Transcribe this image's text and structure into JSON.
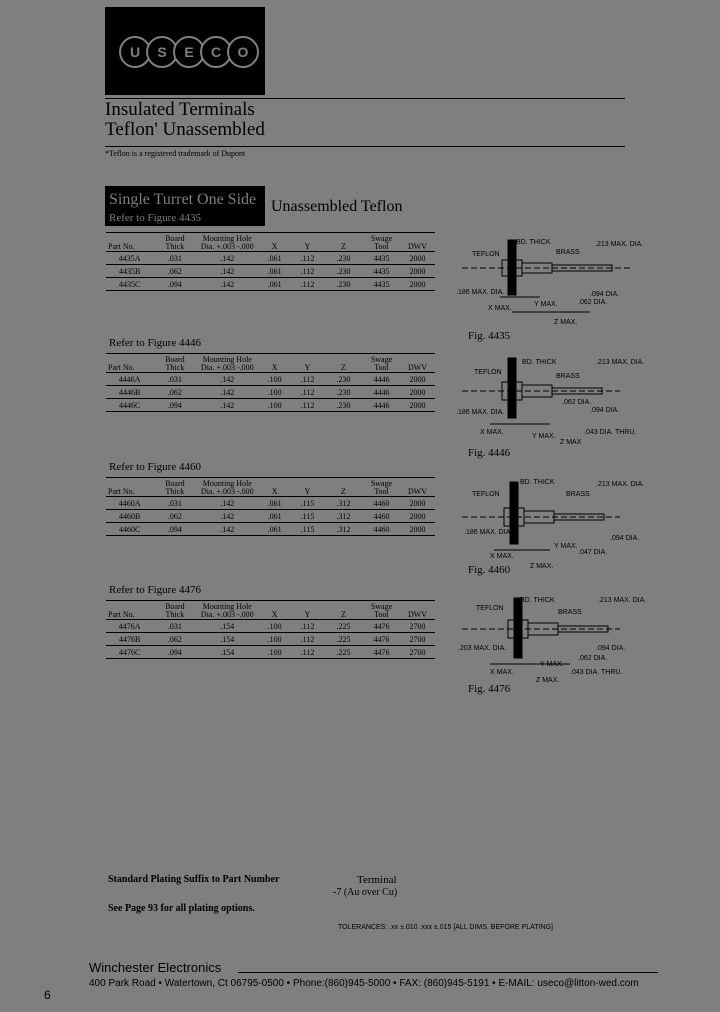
{
  "logo": {
    "letters": [
      "U",
      "S",
      "E",
      "C",
      "O"
    ]
  },
  "header": {
    "title_line1": "Insulated Terminals",
    "title_line2": "Teflon' Unassembled",
    "trademark": "*Teflon is a registered trademark of Dupont"
  },
  "section": {
    "box_title": "Single Turret One Side",
    "box_ref": "Refer to Figure 4435",
    "label": "Unassembled Teflon"
  },
  "tables": [
    {
      "refer": "",
      "headers": [
        "Part No.",
        "Board Thick",
        "Mounting Hole Dia. +.003 -.000",
        "X",
        "Y",
        "Z",
        "Swage Tool",
        "DWV"
      ],
      "rows": [
        [
          "4435A",
          ".031",
          ".142",
          ".061",
          ".112",
          ".230",
          "4435",
          "2000"
        ],
        [
          "4435B",
          ".062",
          ".142",
          ".061",
          ".112",
          ".230",
          "4435",
          "2000"
        ],
        [
          "4435C",
          ".094",
          ".142",
          ".061",
          ".112",
          ".230",
          "4435",
          "2000"
        ]
      ]
    },
    {
      "refer": "Refer to Figure 4446",
      "headers": [
        "Part No.",
        "Board Thick",
        "Mounting Hole Dia. +.003 -.000",
        "X",
        "Y",
        "Z",
        "Swage Tool",
        "DWV"
      ],
      "rows": [
        [
          "4446A",
          ".031",
          ".142",
          ".100",
          ".112",
          ".230",
          "4446",
          "2000"
        ],
        [
          "4446B",
          ".062",
          ".142",
          ".100",
          ".112",
          ".230",
          "4446",
          "2000"
        ],
        [
          "4446C",
          ".094",
          ".142",
          ".100",
          ".112",
          ".230",
          "4446",
          "2000"
        ]
      ]
    },
    {
      "refer": "Refer to Figure 4460",
      "headers": [
        "Part No.",
        "Board Thick",
        "Mounting Hole Dia. +.003 -.000",
        "X",
        "Y",
        "Z",
        "Swage Tool",
        "DWV"
      ],
      "rows": [
        [
          "4460A",
          ".031",
          ".142",
          ".061",
          ".115",
          ".312",
          "4460",
          "2000"
        ],
        [
          "4460B",
          ".062",
          ".142",
          ".061",
          ".115",
          ".312",
          "4460",
          "2000"
        ],
        [
          "4460C",
          ".094",
          ".142",
          ".061",
          ".115",
          ".312",
          "4460",
          "2000"
        ]
      ]
    },
    {
      "refer": "Refer to Figure 4476",
      "headers": [
        "Part No.",
        "Board Thick",
        "Mounting Hole Dia. +.003 -.000",
        "X",
        "Y",
        "Z",
        "Swage Tool",
        "DWV"
      ],
      "rows": [
        [
          "4476A",
          ".031",
          ".154",
          ".100",
          ".112",
          ".225",
          "4476",
          "2700"
        ],
        [
          "4476B",
          ".062",
          ".154",
          ".100",
          ".112",
          ".225",
          "4476",
          "2700"
        ],
        [
          "4476C",
          ".094",
          ".154",
          ".100",
          ".112",
          ".225",
          "4476",
          "2700"
        ]
      ]
    }
  ],
  "figures": [
    {
      "caption": "Fig. 4435",
      "labels": {
        "teflon": "TEFLON",
        "bd": "BD. THICK",
        "brass": "BRASS",
        "d1": ".213 MAX. DIA.",
        "d2": ".186 MAX. DIA.",
        "x": "X MAX.",
        "y": "Y MAX.",
        "z": "Z MAX.",
        "d3": ".094 DIA.",
        "d4": ".062 DIA."
      }
    },
    {
      "caption": "Fig. 4446",
      "labels": {
        "teflon": "TEFLON",
        "bd": "BD. THICK",
        "brass": "BRASS",
        "d1": ".213 MAX. DIA.",
        "d2": ".186 MAX. DIA.",
        "x": "X MAX.",
        "y": "Y MAX.",
        "z": "Z MAX",
        "d3": ".094 DIA.",
        "d4": ".062 DIA.",
        "d5": ".043 DIA. THRU."
      }
    },
    {
      "caption": "Fig. 4460",
      "labels": {
        "teflon": "TEFLON",
        "bd": "BD. THICK",
        "brass": "BRASS",
        "d1": ".213 MAX. DIA.",
        "d2": ".186 MAX. DIA.",
        "x": "X MAX.",
        "y": "Y MAX.",
        "z": "Z MAX.",
        "d3": ".094 DIA.",
        "d4": ".047 DIA."
      }
    },
    {
      "caption": "Fig. 4476",
      "labels": {
        "teflon": "TEFLON",
        "bd": "BD. THICK",
        "brass": "BRASS",
        "d1": ".213 MAX. DIA.",
        "d2": ".203 MAX. DIA.",
        "x": "X MAX.",
        "y": "Y MAX.",
        "z": "Z MAX.",
        "d3": ".094 DIA.",
        "d4": ".062 DIA.",
        "d5": ".043 DIA. THRU."
      }
    }
  ],
  "plating": {
    "suffix_label": "Standard Plating Suffix to Part Number",
    "terminal_header": "Terminal",
    "terminal_value": "-7   (Au over Cu)",
    "see_page": "See Page 93 for all plating options.",
    "tolerances": "TOLERANCES: .xx ±.010  .xxx ±.015    [ALL DIMS. BEFORE PLATING]"
  },
  "footer": {
    "company": "Winchester Electronics",
    "address": "400 Park Road • Watertown, Ct 06795-0500 • Phone:(860)945-5000 • FAX: (860)945-5191 • E-MAIL: useco@litton-wed.com",
    "page": "6"
  }
}
